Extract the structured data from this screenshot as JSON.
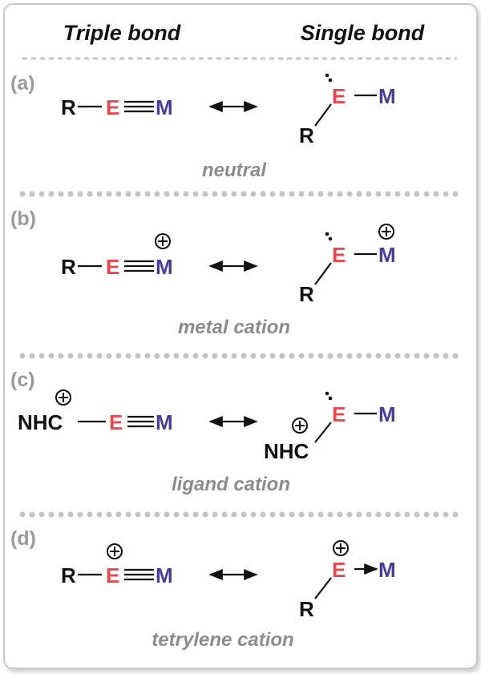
{
  "headers": {
    "triple": "Triple bond",
    "single": "Single bond"
  },
  "atoms": {
    "R": "R",
    "E": "E",
    "M": "M",
    "NHC": "NHC"
  },
  "panels": [
    {
      "label": "(a)",
      "caption": "neutral"
    },
    {
      "label": "(b)",
      "caption": "metal cation"
    },
    {
      "label": "(c)",
      "caption": "ligand cation"
    },
    {
      "label": "(d)",
      "caption": "tetrylene cation"
    }
  ],
  "colors": {
    "E": "#e8474f",
    "M": "#4a3aa0",
    "label": "#9a9a9a",
    "caption": "#8c8c8c",
    "separator": "#c4c4c4"
  }
}
